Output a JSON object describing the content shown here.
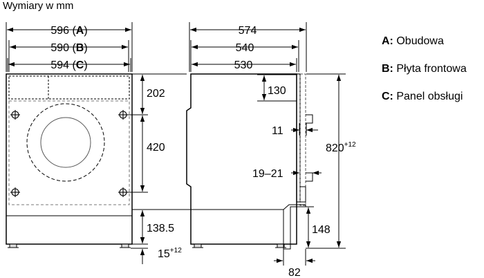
{
  "header": {
    "title": "Wymiary w mm"
  },
  "front_view": {
    "dim_a": "596",
    "dim_b": "590",
    "dim_c": "594",
    "letter_a": "A",
    "letter_b": "B",
    "letter_c": "C",
    "h_top": "202",
    "h_mid": "420",
    "h_bottom": "138.5",
    "foot_value": "15",
    "foot_tolerance": "+12"
  },
  "side_view": {
    "depth_1": "574",
    "depth_2": "540",
    "depth_3": "530",
    "panel_130": "130",
    "gap_11": "11",
    "gap_19_21": "19–21",
    "height_value": "820",
    "height_tolerance": "+12",
    "plinth_148": "148",
    "plinth_82": "82"
  },
  "legend": [
    {
      "key": "A:",
      "text": "Obudowa"
    },
    {
      "key": "B:",
      "text": "Płyta frontowa"
    },
    {
      "key": "C:",
      "text": "Panel obsługi"
    }
  ]
}
